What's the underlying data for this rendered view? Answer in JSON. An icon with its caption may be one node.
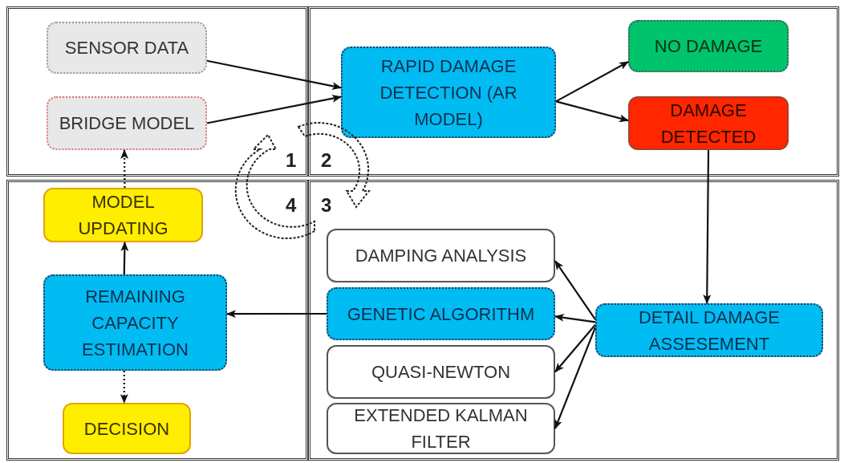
{
  "diagram": {
    "nodes": [
      {
        "text": [],
        "shape": "box"
      },
      {
        "text": [
          "SENSOR DATA"
        ],
        "in": 0
      },
      {
        "text": [
          "BRIDGE MODEL"
        ],
        "in": 0
      },
      {
        "text": [],
        "shape": "box"
      },
      {
        "text": [
          "RAPID DAMAGE DETECTION (AR MODEL)"
        ],
        "in": 3
      },
      {
        "text": [
          "NO DAMAGE"
        ],
        "in": 3
      },
      {
        "text": [
          "DAMAGE DETECTED"
        ],
        "in": 3
      },
      {
        "text": [],
        "shape": "box"
      },
      {
        "text": [
          "MODEL UPDATING"
        ],
        "in": 7
      },
      {
        "text": [
          "REMAINING CAPACITY ESTIMATION"
        ],
        "in": 7
      },
      {
        "text": [
          "DECISION"
        ],
        "in": 7
      },
      {
        "text": [],
        "shape": "box"
      },
      {
        "text": [
          "DAMPING ANALYSIS"
        ],
        "in": 11
      },
      {
        "text": [
          "GENETIC ALGORITHM"
        ],
        "in": 11
      },
      {
        "text": [
          "QUASI-NEWTON"
        ],
        "in": 11
      },
      {
        "text": [
          "EXTENDED KALMAN FILTER"
        ],
        "in": 11
      },
      {
        "text": [
          "DETAIL DAMAGE ASSESEMENT"
        ],
        "in": 11
      }
    ],
    "edges": [
      {
        "from": 1,
        "to": 4,
        "arrow": "to"
      },
      {
        "from": 2,
        "to": 4,
        "arrow": "to"
      },
      {
        "from": 4,
        "to": 5,
        "arrow": "to"
      },
      {
        "from": 4,
        "to": 6,
        "arrow": "to"
      },
      {
        "from": 6,
        "to": 16,
        "arrow": "to"
      },
      {
        "from": 16,
        "to": 12,
        "arrow": "to"
      },
      {
        "from": 16,
        "to": 13,
        "arrow": "to"
      },
      {
        "from": 16,
        "to": 14,
        "arrow": "to"
      },
      {
        "from": 16,
        "to": 15,
        "arrow": "to"
      },
      {
        "from": 13,
        "to": 9,
        "arrow": "to"
      },
      {
        "from": 9,
        "to": 8,
        "arrow": "to"
      },
      {
        "from": 9,
        "to": 10,
        "arrow": "to",
        "style": "dashed"
      },
      {
        "from": 8,
        "to": 2,
        "arrow": "to",
        "style": "dashed"
      }
    ],
    "labels": [
      "1",
      "2",
      "4",
      "3"
    ]
  }
}
